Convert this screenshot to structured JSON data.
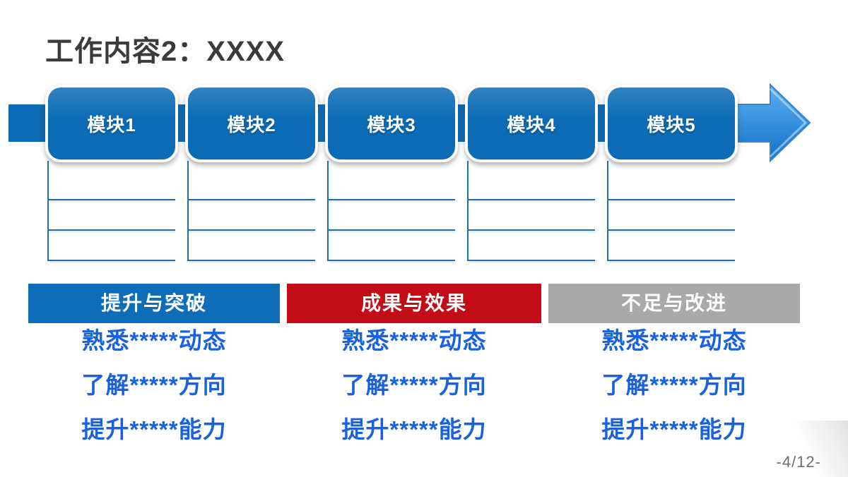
{
  "title": {
    "text": "工作内容2：XXXX",
    "color": "#3b3b3b"
  },
  "flow": {
    "modules": [
      {
        "label": "模块1"
      },
      {
        "label": "模块2"
      },
      {
        "label": "模块3"
      },
      {
        "label": "模块4"
      },
      {
        "label": "模块5"
      }
    ],
    "box_color": "#0b6bb5",
    "arrow_color_light": "#5db0f4",
    "arrow_color_dark": "#1270c4",
    "arrow_outline_color": "#2e86d8",
    "table_line_color": "#1f6eb2",
    "table_rows_per_module": 3
  },
  "sections": [
    {
      "title": "提升与突破",
      "color": "#0d6db6",
      "items": [
        "熟悉*****动态",
        "了解*****方向",
        "提升*****能力"
      ]
    },
    {
      "title": "成果与效果",
      "color": "#c20d17",
      "items": [
        "熟悉*****动态",
        "了解*****方向",
        "提升*****能力"
      ]
    },
    {
      "title": "不足与改进",
      "color": "#a9a9a9",
      "items": [
        "熟悉*****动态",
        "了解*****方向",
        "提升*****能力"
      ]
    }
  ],
  "body_text_color": "#1962dc",
  "footer": {
    "page_number": "-4/12-"
  }
}
